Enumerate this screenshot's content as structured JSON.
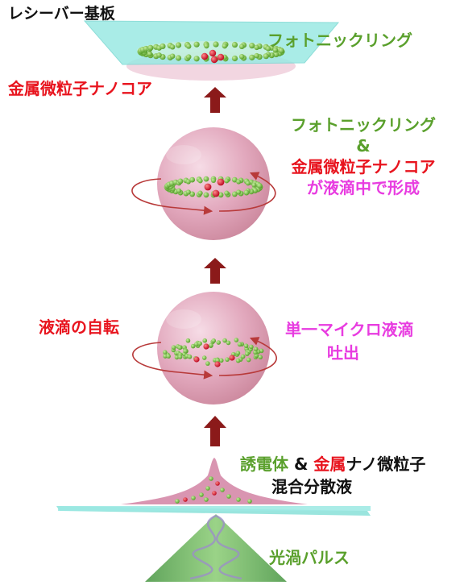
{
  "colors": {
    "green_text": "#5aa02c",
    "red_text": "#e8141e",
    "magenta_text": "#e83ce0",
    "black_text": "#111111",
    "droplet_pink": "#dda0b6",
    "substrate_cyan": "#9be9e3",
    "particle_green": "#7ec24a",
    "particle_red": "#e0122a",
    "arrow_dark_red": "#8b1a1a",
    "pulse_green": "#5fa35a"
  },
  "labels": {
    "receiver_substrate": "レシーバー基板",
    "photonic_ring_top": "フォトニックリング",
    "metal_nanocore_top": "金属微粒子ナノコア",
    "center": {
      "photonic_ring": "フォトニックリング",
      "ampersand": "&",
      "metal_nanocore": "金属微粒子ナノコア",
      "formed_in_droplet": "が液滴中で形成"
    },
    "droplet_rotation": "液滴の自転",
    "single_microdroplet": "単一マイクロ液滴",
    "discharge": "吐出",
    "mixture": {
      "dielectric": "誘電体",
      "amp": " & ",
      "metal": "金属",
      "nanoparticle": "ナノ微粒子",
      "line2": "混合分散液"
    },
    "optical_vortex_pulse": "光渦パルス"
  }
}
